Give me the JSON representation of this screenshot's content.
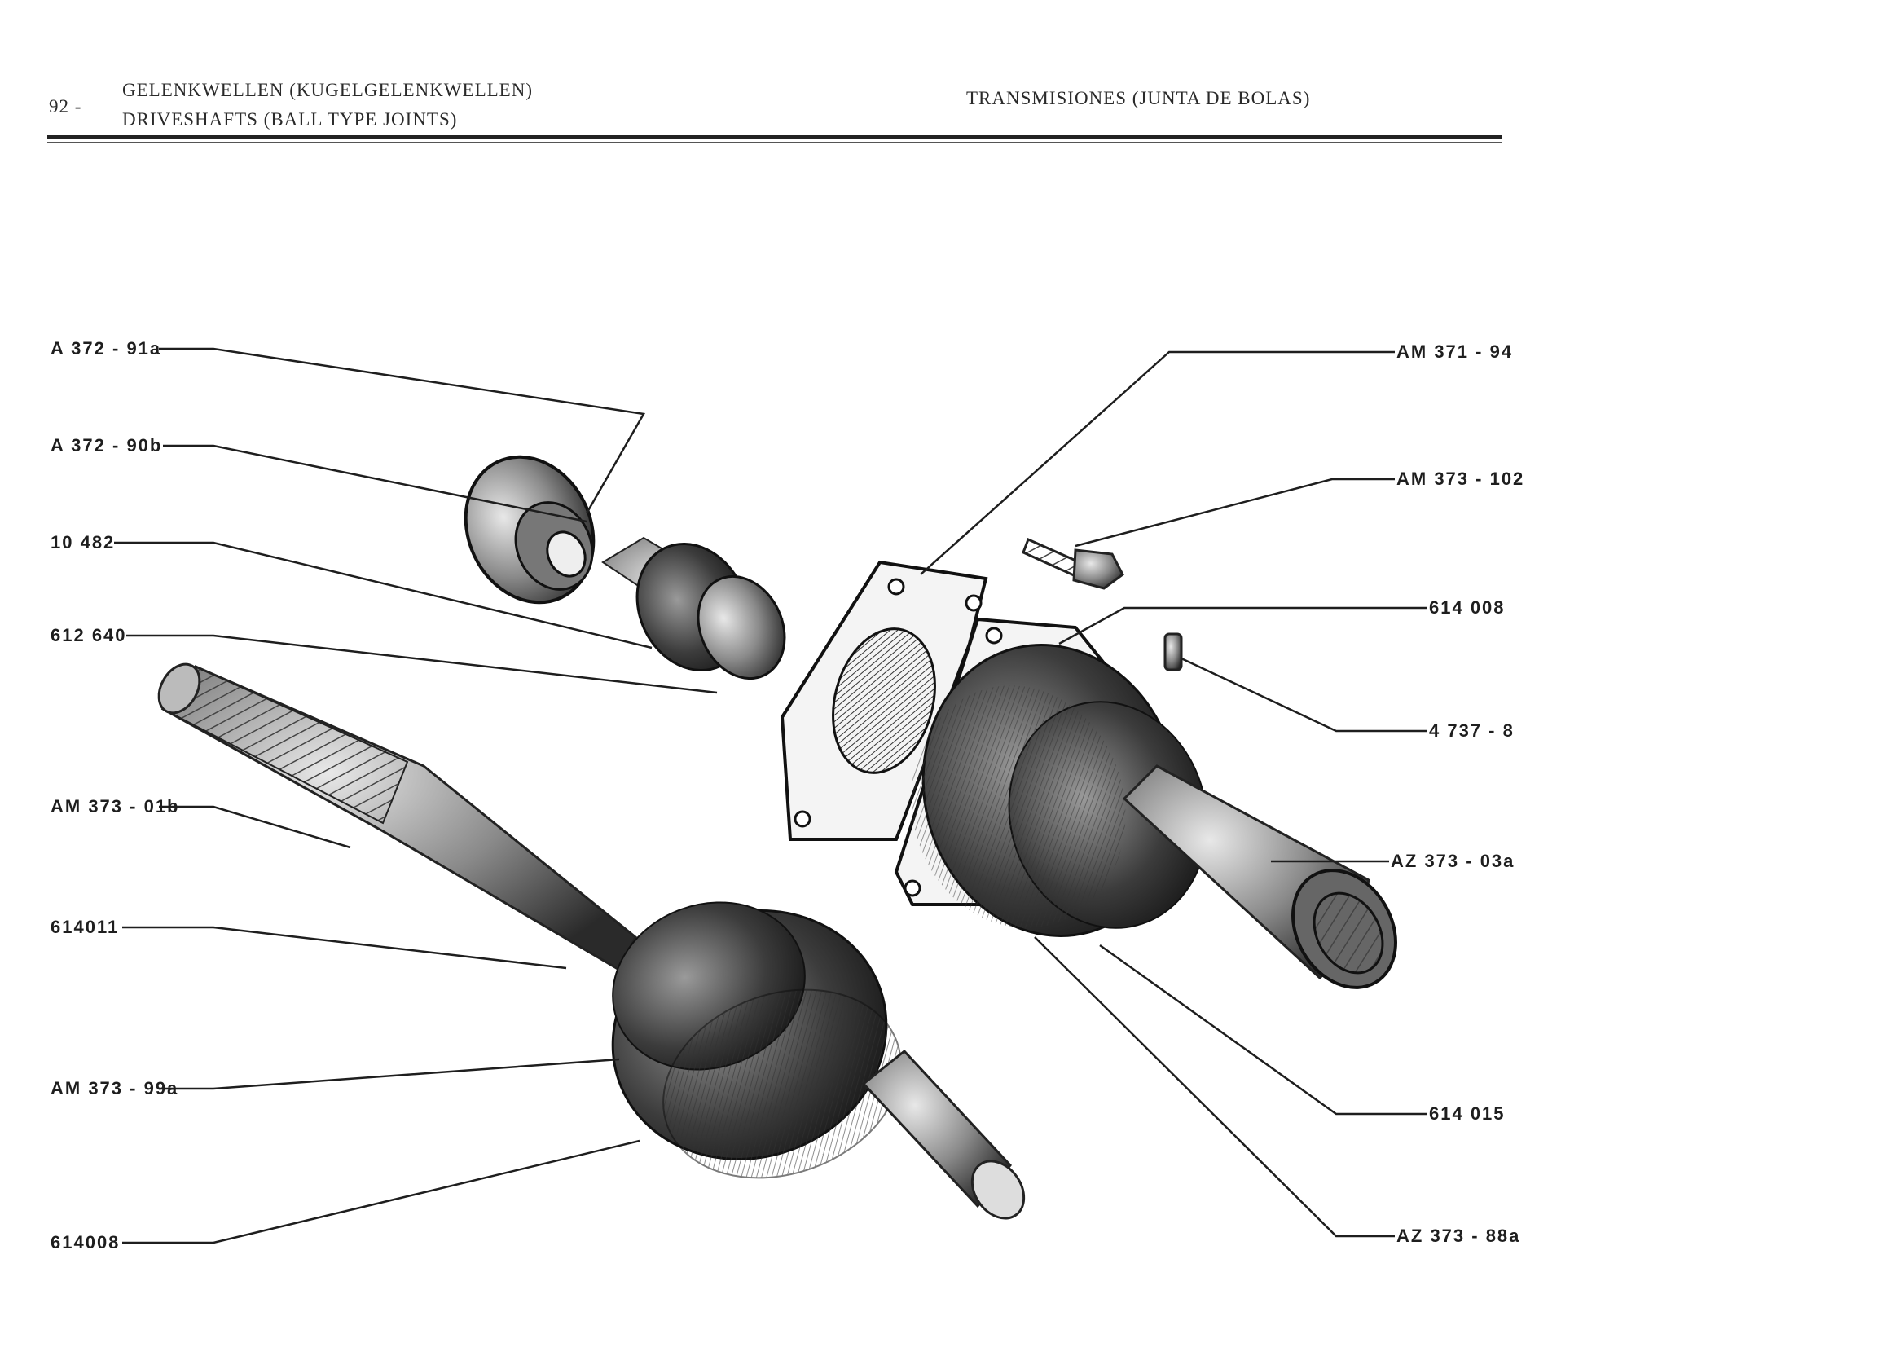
{
  "header": {
    "page_number": "92 -",
    "title_de": "GELENKWELLEN (KUGELGELENKWELLEN)",
    "title_en": "DRIVESHAFTS (BALL TYPE JOINTS)",
    "title_es": "TRANSMISIONES (JUNTA DE BOLAS)"
  },
  "callouts_left": [
    "A  372 - 91a",
    "A  372 - 90b",
    "10 482",
    "612 640",
    "AM 373 - 01b",
    "614011",
    "AM 373 - 99a",
    "614008"
  ],
  "callouts_right": [
    "AM 371 - 94",
    "AM 373 - 102",
    "614 008",
    "4 737 - 8",
    "AZ 373 - 03a",
    "614 015",
    "AZ 373 - 88a"
  ],
  "colors": {
    "ink": "#1e1e1e",
    "paper": "#ffffff",
    "shade": "#3a3a3a"
  }
}
